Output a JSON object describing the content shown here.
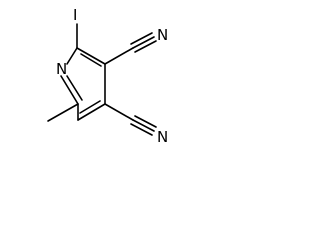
{
  "molecule": {
    "atoms": {
      "iodine": "I",
      "ring_nitrogen": "N",
      "nitrile_c3_c": "C",
      "nitrile_c3_n": "N",
      "nitrile_c4_c": "C",
      "nitrile_c4_n": "N"
    }
  }
}
